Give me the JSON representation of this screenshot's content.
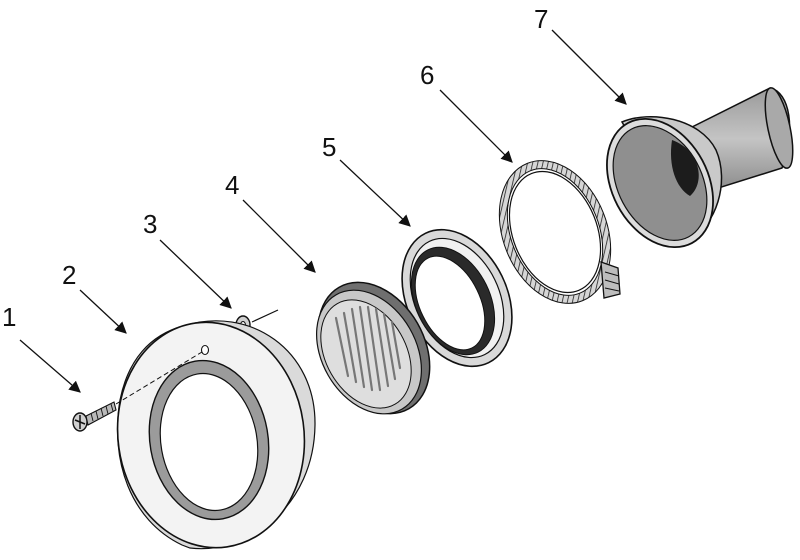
{
  "parts": [
    {
      "number": "1",
      "icon": "screw-icon"
    },
    {
      "number": "2",
      "icon": "face-plate-ring-icon"
    },
    {
      "number": "3",
      "icon": "washer-icon"
    },
    {
      "number": "4",
      "icon": "grille-lens-icon"
    },
    {
      "number": "5",
      "icon": "gasket-ring-icon"
    },
    {
      "number": "6",
      "icon": "clamp-band-icon"
    },
    {
      "number": "7",
      "icon": "housing-niche-icon"
    }
  ],
  "colors": {
    "line": "#111111",
    "light_gray": "#e6e6e6",
    "mid_gray": "#b5b5b5",
    "dark_gray": "#7a7a7a",
    "very_dark": "#222222"
  }
}
